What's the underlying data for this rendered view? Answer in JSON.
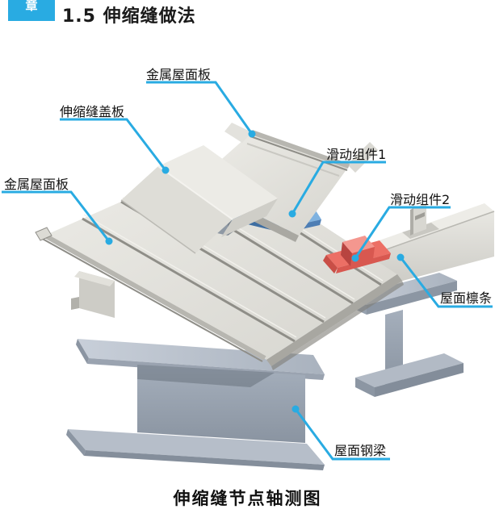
{
  "header": {
    "badge": "章",
    "title": "1.5 伸缩缝做法"
  },
  "figure": {
    "caption": "伸缩缝节点轴测图",
    "labels": [
      {
        "id": "metal-roof-panel-top",
        "text": "金属屋面板"
      },
      {
        "id": "expansion-cover-plate",
        "text": "伸缩缝盖板"
      },
      {
        "id": "metal-roof-panel-left",
        "text": "金属屋面板"
      },
      {
        "id": "sliding-component-1",
        "text": "滑动组件1"
      },
      {
        "id": "sliding-component-2",
        "text": "滑动组件2"
      },
      {
        "id": "roof-purlin",
        "text": "屋面檩条"
      },
      {
        "id": "roof-steel-beam",
        "text": "屋面钢梁"
      }
    ],
    "colors": {
      "accent_cyan": "#29ABE2",
      "slide1_blue": "#6E9CCB",
      "slide2_red": "#EC6F65",
      "panel_gray": "#E4E3DE",
      "steel_bluegray": "#9AA5B2",
      "joint_plate_dark": "#4E565F"
    }
  }
}
